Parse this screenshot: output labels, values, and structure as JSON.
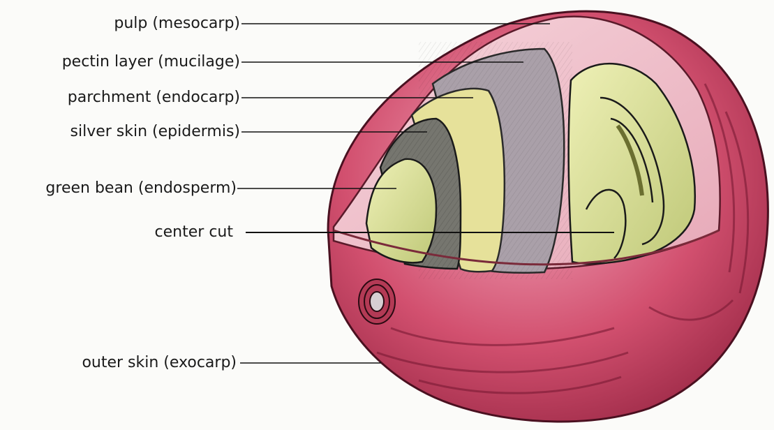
{
  "labels": {
    "pulp": "pulp (mesocarp)",
    "pectin": "pectin layer (mucilage)",
    "parchment": "parchment (endocarp)",
    "silver_skin": "silver skin (epidermis)",
    "green_bean": "green bean (endosperm)",
    "center_cut": "center cut",
    "outer_skin": "outer skin (exocarp)"
  },
  "colors": {
    "outer_skin": "#c8385a",
    "pulp": "#efc3cc",
    "pectin": "#a79ea6",
    "parchment": "#e6e19a",
    "silver_skin": "#6e6e68",
    "green_bean": "#d7dc96",
    "leader_line": "#111111"
  }
}
